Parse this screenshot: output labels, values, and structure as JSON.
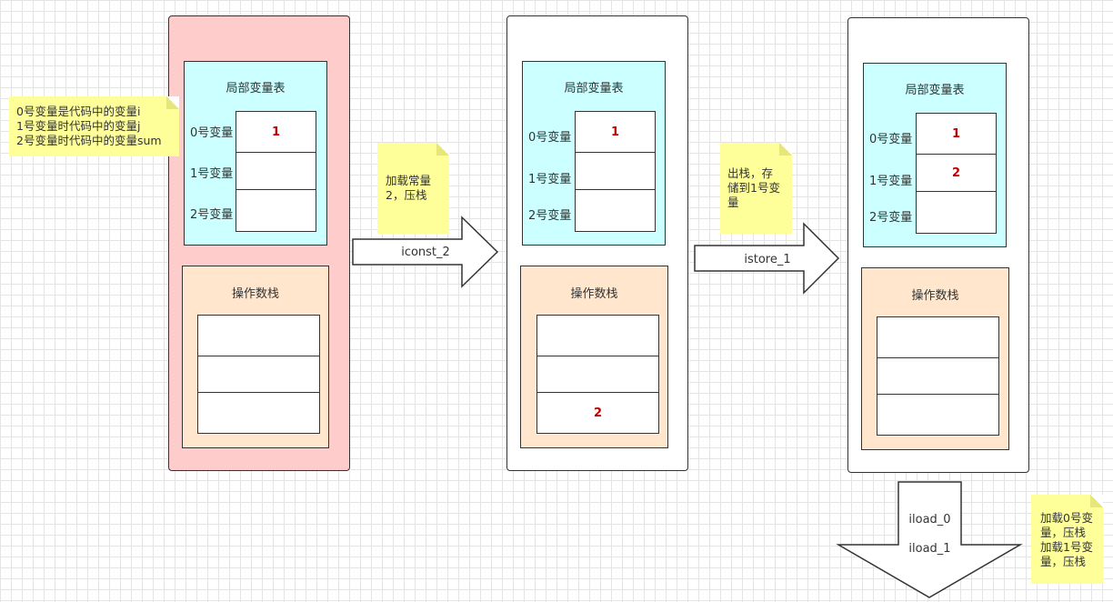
{
  "frames": [
    {
      "lvt_title": "局部变量表",
      "ops_title": "操作数栈",
      "vars": [
        {
          "label": "0号变量",
          "value": "1"
        },
        {
          "label": "1号变量",
          "value": ""
        },
        {
          "label": "2号变量",
          "value": ""
        }
      ],
      "stack": [
        "",
        "",
        ""
      ]
    },
    {
      "lvt_title": "局部变量表",
      "ops_title": "操作数栈",
      "vars": [
        {
          "label": "0号变量",
          "value": "1"
        },
        {
          "label": "1号变量",
          "value": ""
        },
        {
          "label": "2号变量",
          "value": ""
        }
      ],
      "stack": [
        "",
        "",
        "2"
      ]
    },
    {
      "lvt_title": "局部变量表",
      "ops_title": "操作数栈",
      "vars": [
        {
          "label": "0号变量",
          "value": "1"
        },
        {
          "label": "1号变量",
          "value": "2"
        },
        {
          "label": "2号变量",
          "value": ""
        }
      ],
      "stack": [
        "",
        "",
        ""
      ]
    }
  ],
  "notes": {
    "vars_note": [
      "0号变量是代码中的变量i",
      "1号变量时代码中的变量j",
      "2号变量时代码中的变量sum"
    ],
    "iconst_note": [
      "加载常量",
      "2，压栈"
    ],
    "istore_note": [
      "出栈，存",
      "储到1号变",
      "量"
    ],
    "iload_note": [
      "加载0号变",
      "量，压栈",
      "加载1号变",
      "量，压栈"
    ]
  },
  "arrows": {
    "iconst": "iconst_2",
    "istore": "istore_1",
    "iload_0": "iload_0",
    "iload_1": "iload_1"
  },
  "colors": {
    "frame_active": "#ffcccc",
    "lvt_fill": "#ccffff",
    "ops_fill": "#ffe6cc",
    "note_fill": "#ffff99",
    "value_text": "#c00000"
  }
}
